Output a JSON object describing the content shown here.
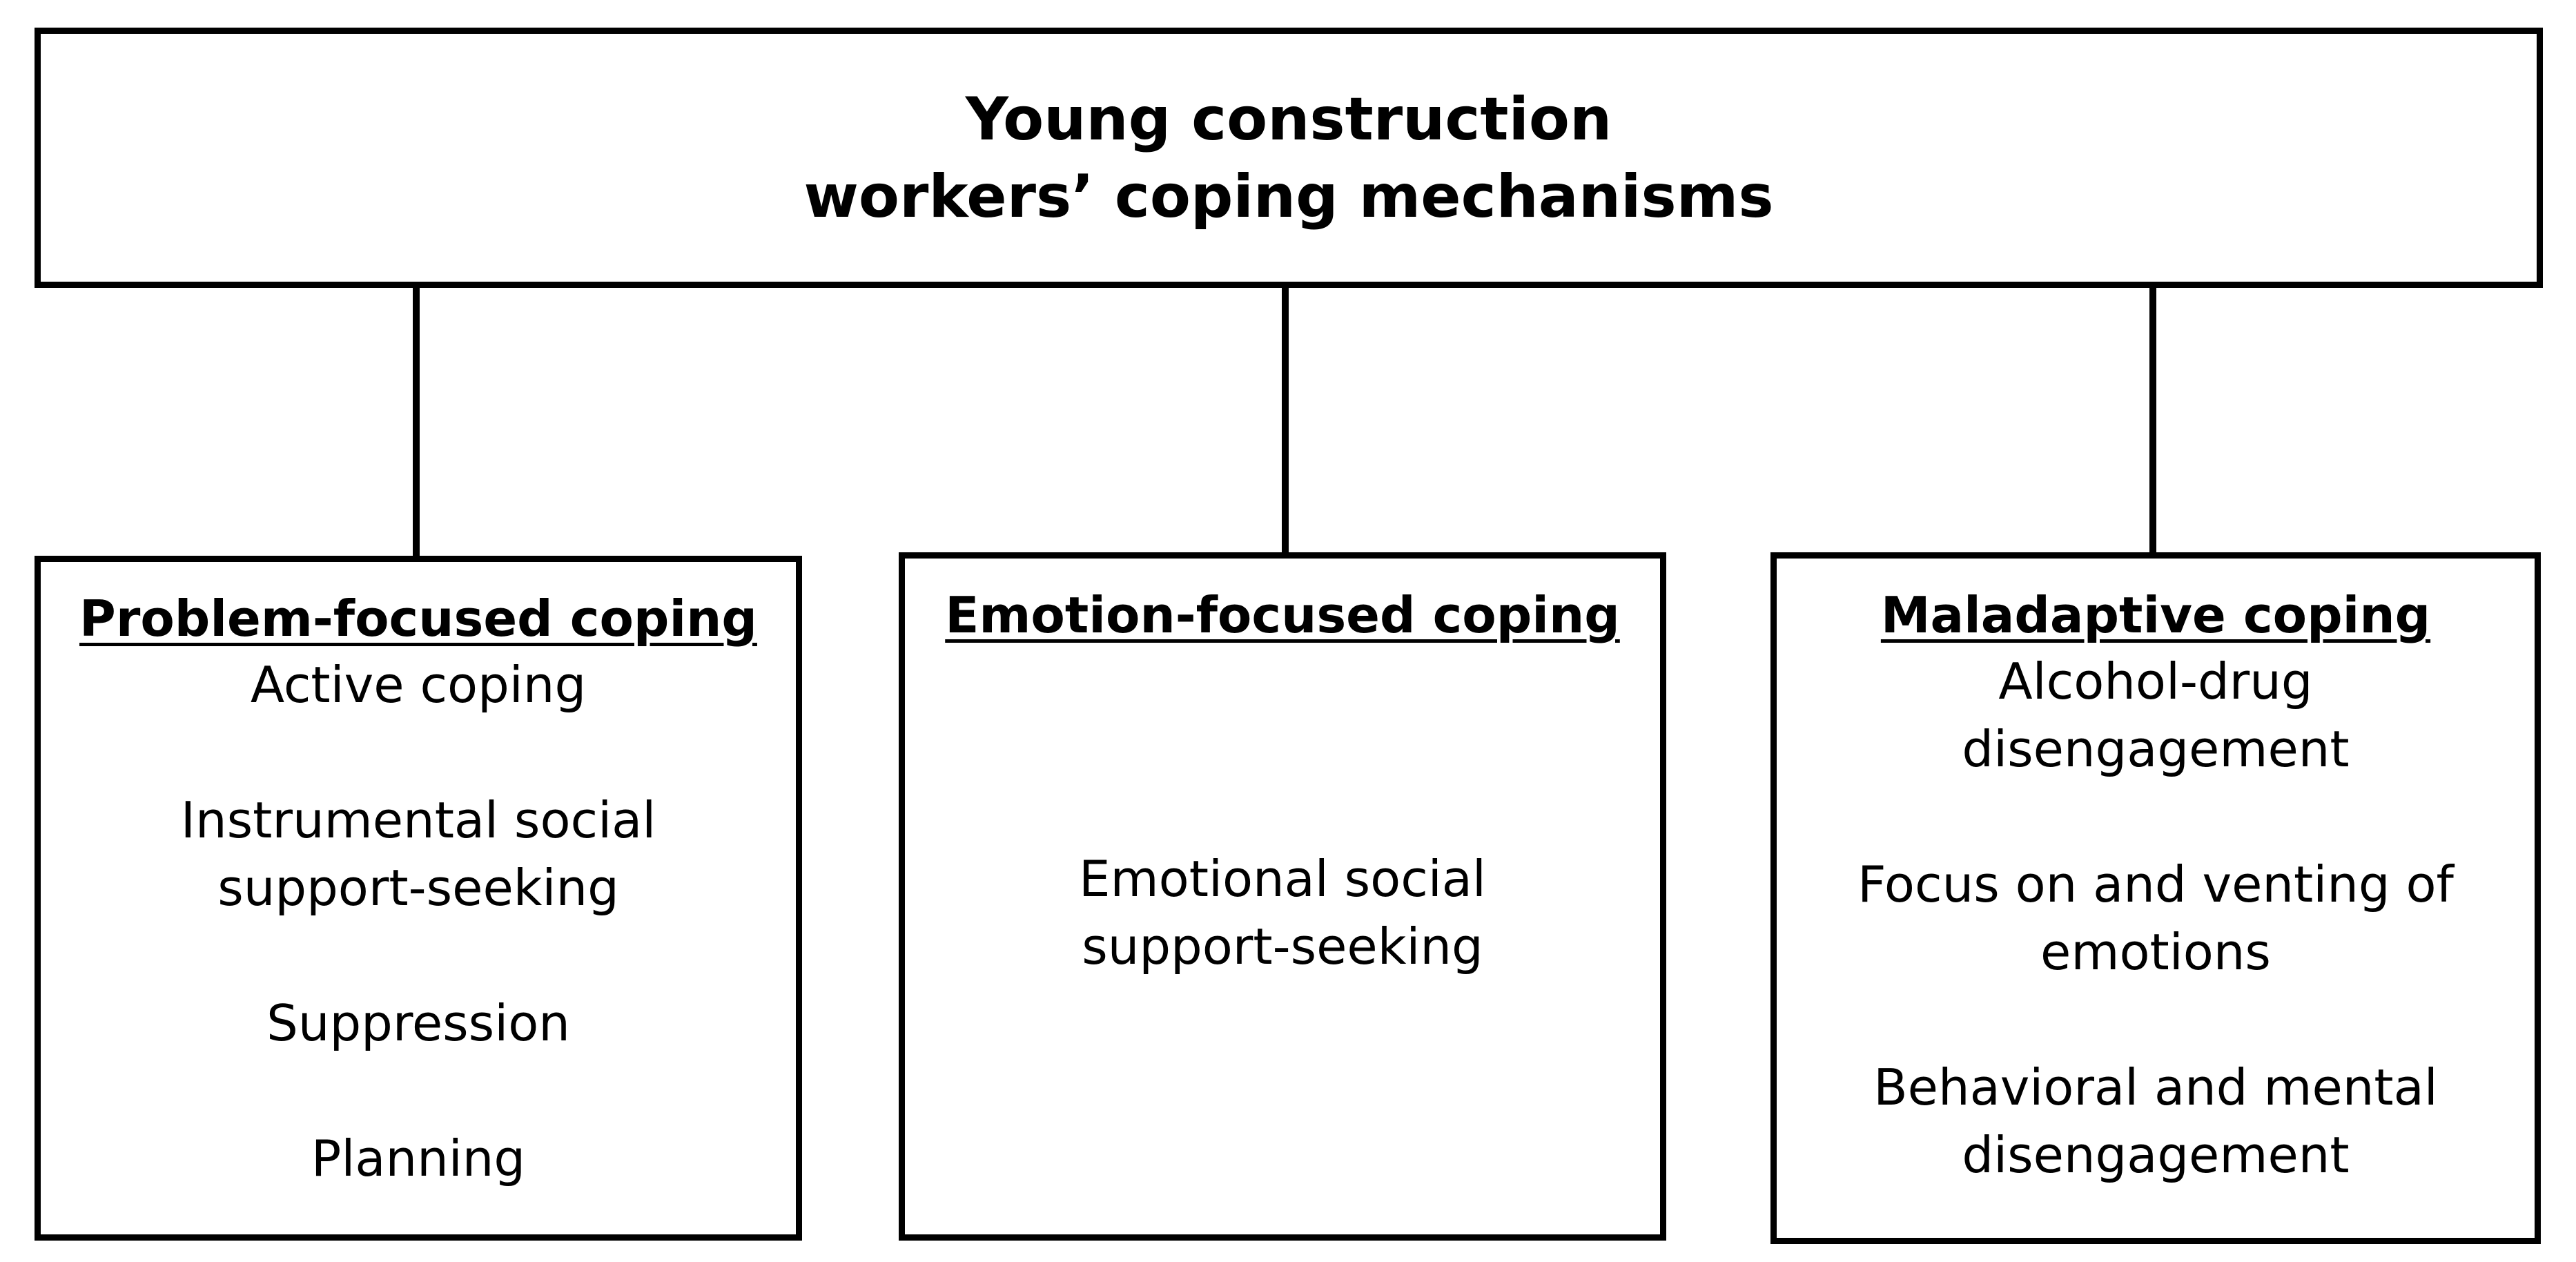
{
  "diagram": {
    "root": {
      "lines": [
        "Young construction",
        "workers’ coping mechanisms"
      ]
    },
    "categories": [
      {
        "heading": "Problem-focused coping",
        "items": [
          {
            "lines": [
              "Active coping"
            ]
          },
          {
            "lines": [
              "Instrumental social",
              "support-seeking"
            ]
          },
          {
            "lines": [
              "Suppression"
            ]
          },
          {
            "lines": [
              "Planning"
            ]
          }
        ]
      },
      {
        "heading": "Emotion-focused coping",
        "items": [
          {
            "lines": [
              "Emotional social",
              "support-seeking"
            ]
          }
        ]
      },
      {
        "heading": "Maladaptive coping",
        "items": [
          {
            "lines": [
              "Alcohol-drug",
              "disengagement"
            ]
          },
          {
            "lines": [
              "Focus on and venting of",
              "emotions"
            ]
          },
          {
            "lines": [
              "Behavioral and mental",
              "disengagement"
            ]
          }
        ]
      }
    ]
  }
}
